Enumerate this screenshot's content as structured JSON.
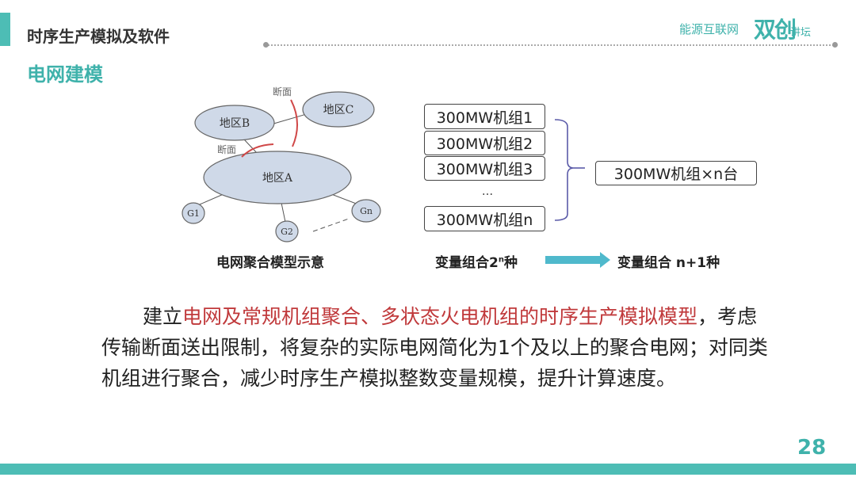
{
  "header": {
    "section_title": "时序生产模拟及软件",
    "subtitle": "电网建模",
    "logo": {
      "main": "能源互联网",
      "big": "双创",
      "small": "讲坛"
    }
  },
  "diagram": {
    "regions": {
      "a": "地区A",
      "b": "地区B",
      "c": "地区C"
    },
    "generators": [
      "G1",
      "G2",
      "Gn"
    ],
    "section_label": "断面",
    "caption": "电网聚合模型示意"
  },
  "units": {
    "items": [
      "300MW机组1",
      "300MW机组2",
      "300MW机组3",
      "...",
      "300MW机组n"
    ],
    "aggregate": "300MW机组×n台",
    "before_caption": "变量组合2",
    "before_sup": "n",
    "before_suffix": "种",
    "after_caption": "变量组合 n+1种"
  },
  "body": {
    "p_start": "建立",
    "p_highlight": "电网及常规机组聚合、多状态火电机组的时序生产模拟模型",
    "p_rest": "，考虑传输断面送出限制，将复杂的实际电网简化为1个及以上的聚合电网；对同类机组进行聚合，减少时序生产模拟整数变量规模，提升计算速度。"
  },
  "page_number": "28",
  "colors": {
    "accent": "#4dbdb5",
    "highlight": "#c0393b"
  }
}
